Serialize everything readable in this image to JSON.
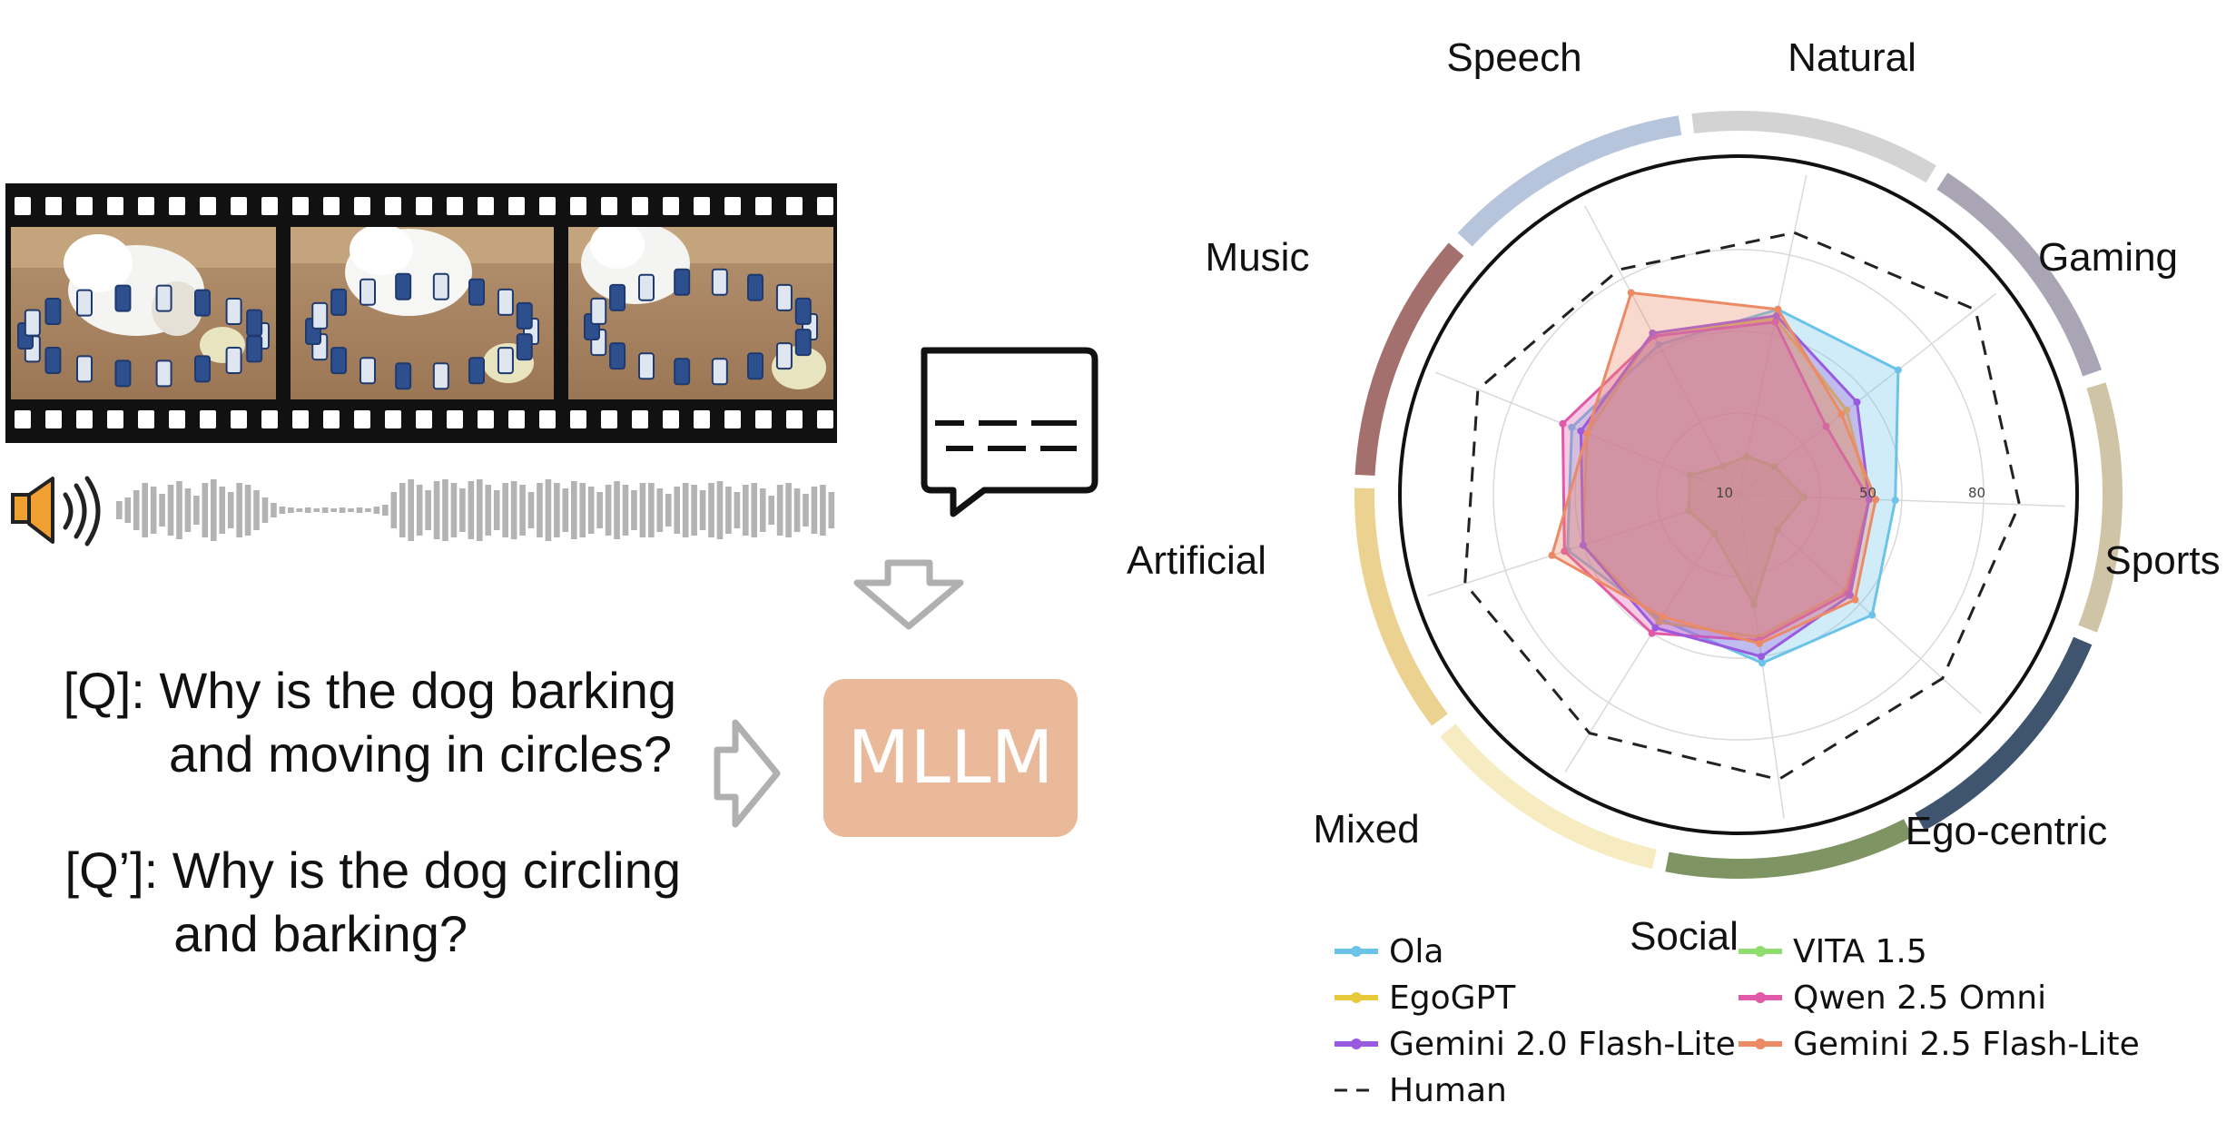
{
  "video": {
    "frames": [
      {
        "name": "frame-1"
      },
      {
        "name": "frame-2"
      },
      {
        "name": "frame-3"
      }
    ],
    "audio_icon": "speaker-icon",
    "waveform_color": "#b3b3b3"
  },
  "question": {
    "q_line1": "[Q]: Why is the dog barking",
    "q_line2": "and moving in circles?",
    "qp_line1": "[Q’]: Why is the dog circling",
    "qp_line2": "and barking?"
  },
  "model": {
    "label": "MLLM",
    "color": "#e9b99a",
    "subtitle_icon": "subtitle-bubble-icon",
    "arrow_color": "#b0b0b0"
  },
  "chart_data": {
    "type": "radar",
    "categories": [
      "Natural",
      "Gaming",
      "Sports",
      "Ego-centric",
      "Social",
      "Mixed",
      "Artificial",
      "Music",
      "Speech"
    ],
    "category_colors": [
      "#d3d3d3",
      "#a9a5b5",
      "#cfc5a6",
      "#3e546f",
      "#7e9462",
      "#f7ebc2",
      "#ebd291",
      "#a4706d",
      "#b6c4dc"
    ],
    "tick_labels": [
      "10",
      "50",
      "80"
    ],
    "rmax": 100,
    "series": [
      {
        "name": "Ola",
        "color": "#6cc3ea",
        "values": [
          58,
          62,
          48,
          55,
          52,
          45,
          55,
          55,
          52
        ]
      },
      {
        "name": "VITA 1.5",
        "color": "#8fdc6f",
        "values": [
          12,
          14,
          20,
          16,
          34,
          14,
          16,
          16,
          10
        ]
      },
      {
        "name": "EgoGPT",
        "color": "#e8c93b",
        "values": [
          55,
          42,
          40,
          44,
          44,
          46,
          50,
          50,
          56
        ]
      },
      {
        "name": "Qwen 2.5 Omni",
        "color": "#e05aa8",
        "values": [
          54,
          34,
          40,
          45,
          45,
          50,
          56,
          58,
          55
        ]
      },
      {
        "name": "Gemini 2.0 Flash-Lite",
        "color": "#9a5ae0",
        "values": [
          56,
          46,
          40,
          46,
          50,
          48,
          50,
          52,
          56
        ]
      },
      {
        "name": "Gemini 2.5 Flash-Lite",
        "color": "#ec8a66",
        "values": [
          58,
          40,
          42,
          48,
          46,
          44,
          60,
          50,
          70
        ]
      },
      {
        "name": "Human",
        "color": "#222222",
        "dashed": true,
        "values": [
          82,
          92,
          86,
          84,
          88,
          86,
          88,
          86,
          78
        ]
      }
    ],
    "legend": {
      "left": [
        "Ola",
        "EgoGPT",
        "Gemini 2.0 Flash-Lite",
        "Human"
      ],
      "right": [
        "VITA 1.5",
        "Qwen 2.5 Omni",
        "Gemini 2.5 Flash-Lite"
      ]
    }
  }
}
